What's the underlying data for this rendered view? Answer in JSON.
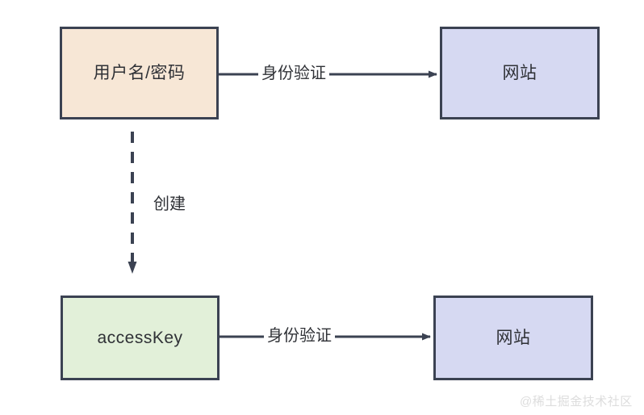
{
  "diagram": {
    "title": "authentication-flow",
    "background_color": "#ffffff",
    "nodes": [
      {
        "id": "credentials",
        "label": "用户名/密码",
        "fill": "#f7e7d6",
        "stroke": "#3b4252"
      },
      {
        "id": "site_top",
        "label": "网站",
        "fill": "#d6d9f2",
        "stroke": "#3b4252"
      },
      {
        "id": "accesskey",
        "label": "accessKey",
        "fill": "#e2f0d9",
        "stroke": "#3b4252"
      },
      {
        "id": "site_bottom",
        "label": "网站",
        "fill": "#d6d9f2",
        "stroke": "#3b4252"
      }
    ],
    "edges": [
      {
        "id": "auth_top",
        "label": "身份验证",
        "from": "credentials",
        "to": "site_top",
        "style": "solid",
        "color": "#3b4252"
      },
      {
        "id": "create",
        "label": "创建",
        "from": "credentials",
        "to": "accesskey",
        "style": "dashed",
        "color": "#3b4252"
      },
      {
        "id": "auth_bottom",
        "label": "身份验证",
        "from": "accesskey",
        "to": "site_bottom",
        "style": "solid",
        "color": "#3b4252"
      }
    ]
  },
  "watermark": {
    "text": "@稀土掘金技术社区",
    "color": "#dddddd"
  }
}
